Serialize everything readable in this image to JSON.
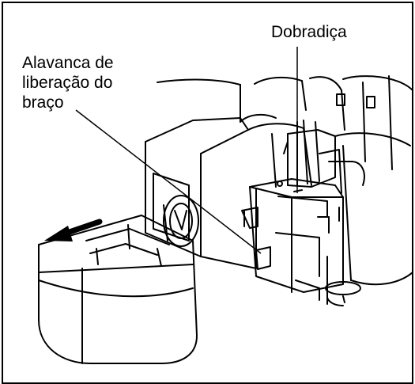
{
  "labels": {
    "hinge": "Dobradiça",
    "arm_release_lever_line1": "Alavanca de",
    "arm_release_lever_line2": "liberação do",
    "arm_release_lever_line3": "braço"
  },
  "colors": {
    "ink": "#000000",
    "background": "#ffffff",
    "arrow": "#000000"
  }
}
